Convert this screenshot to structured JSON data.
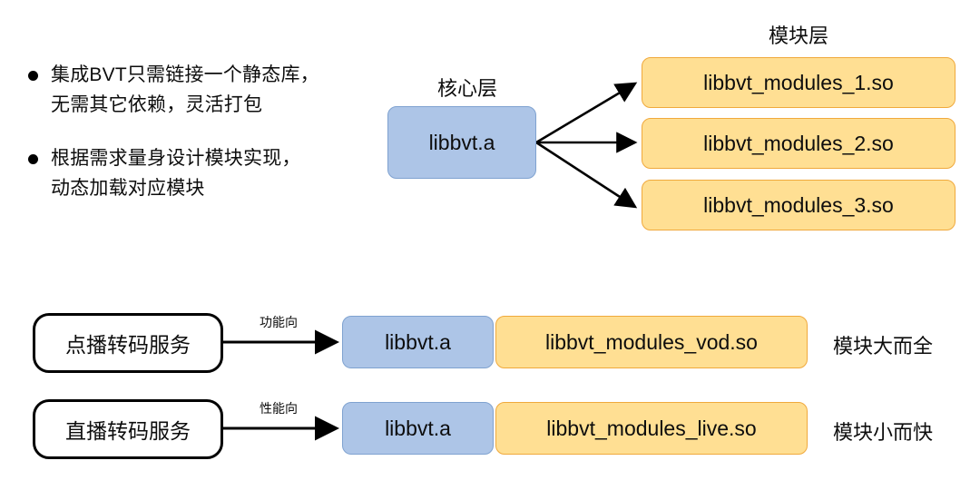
{
  "slide": {
    "bullets": [
      {
        "lines": [
          "集成BVT只需链接一个静态库，",
          "无需其它依赖，灵活打包"
        ]
      },
      {
        "lines": [
          "根据需求量身设计模块实现，",
          "动态加载对应模块"
        ]
      }
    ],
    "core_layer_caption": "核心层",
    "module_layer_caption": "模块层",
    "core_node_label": "libbvt.a",
    "module_nodes": [
      "libbvt_modules_1.so",
      "libbvt_modules_2.so",
      "libbvt_modules_3.so"
    ],
    "service_rows": [
      {
        "service_label": "点播转码服务",
        "edge_label": "功能向",
        "core_label": "libbvt.a",
        "module_label": "libbvt_modules_vod.so",
        "note": "模块大而全"
      },
      {
        "service_label": "直播转码服务",
        "edge_label": "性能向",
        "core_label": "libbvt.a",
        "module_label": "libbvt_modules_live.so",
        "note": "模块小而快"
      }
    ],
    "colors": {
      "core_fill": "#adc5e7",
      "core_stroke": "#7fa2d0",
      "module_fill": "#ffdf93",
      "module_stroke": "#f0a93c",
      "service_stroke": "#000000",
      "text": "#0d0d0d",
      "background": "#ffffff"
    }
  }
}
